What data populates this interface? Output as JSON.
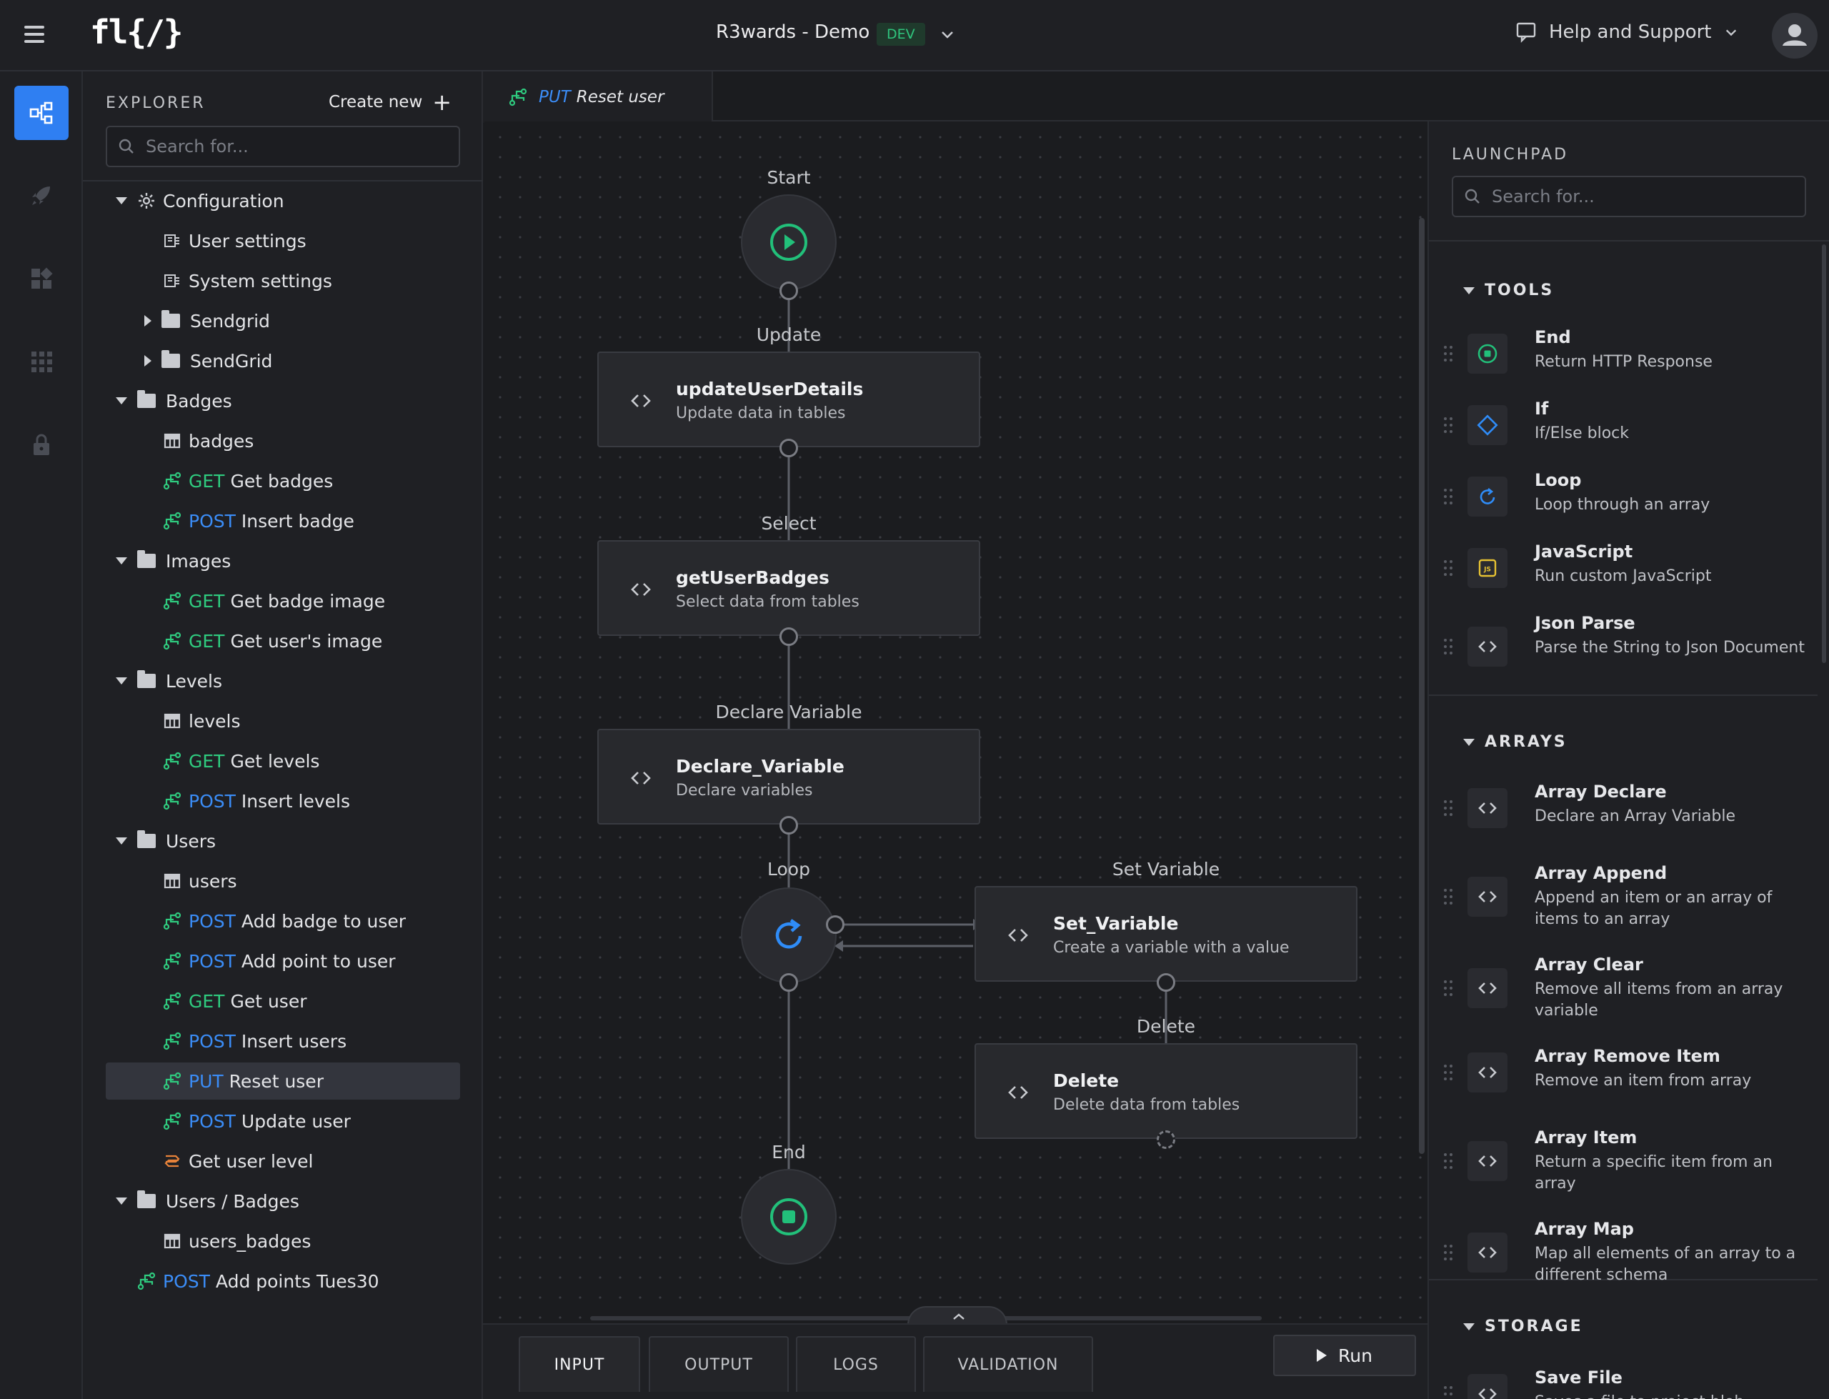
{
  "topbar": {
    "logo": "fl{/}",
    "project": "R3wards - Demo",
    "env": "DEV",
    "help": "Help and Support"
  },
  "explorer": {
    "title": "EXPLORER",
    "create_new": "Create new",
    "search_placeholder": "Search for...",
    "tree": [
      {
        "kind": "folder-gear",
        "label": "Configuration",
        "expanded": true
      },
      {
        "kind": "settings",
        "label": "User settings"
      },
      {
        "kind": "settings",
        "label": "System settings"
      },
      {
        "kind": "folder",
        "label": "Sendgrid",
        "expanded": false
      },
      {
        "kind": "folder",
        "label": "SendGrid",
        "expanded": false
      },
      {
        "kind": "folder",
        "label": "Badges",
        "expanded": true
      },
      {
        "kind": "table",
        "label": "badges"
      },
      {
        "kind": "api",
        "method": "GET",
        "label": "Get badges"
      },
      {
        "kind": "api",
        "method": "POST",
        "label": "Insert badge"
      },
      {
        "kind": "folder",
        "label": "Images",
        "expanded": true
      },
      {
        "kind": "api",
        "method": "GET",
        "label": "Get badge image"
      },
      {
        "kind": "api",
        "method": "GET",
        "label": "Get user's image"
      },
      {
        "kind": "folder",
        "label": "Levels",
        "expanded": true
      },
      {
        "kind": "table",
        "label": "levels"
      },
      {
        "kind": "api",
        "method": "GET",
        "label": "Get levels"
      },
      {
        "kind": "api",
        "method": "POST",
        "label": "Insert levels"
      },
      {
        "kind": "folder",
        "label": "Users",
        "expanded": true
      },
      {
        "kind": "table",
        "label": "users"
      },
      {
        "kind": "api",
        "method": "POST",
        "label": "Add badge to user"
      },
      {
        "kind": "api",
        "method": "POST",
        "label": "Add point to user"
      },
      {
        "kind": "api",
        "method": "GET",
        "label": "Get user"
      },
      {
        "kind": "api",
        "method": "POST",
        "label": "Insert users"
      },
      {
        "kind": "api",
        "method": "PUT",
        "label": "Reset user",
        "selected": true
      },
      {
        "kind": "api",
        "method": "POST",
        "label": "Update user"
      },
      {
        "kind": "function",
        "label": "Get user level"
      },
      {
        "kind": "folder",
        "label": "Users / Badges",
        "expanded": true
      },
      {
        "kind": "table",
        "label": "users_badges"
      },
      {
        "kind": "api",
        "method": "POST",
        "label": "Add points Tues30"
      }
    ]
  },
  "tab": {
    "method": "PUT",
    "label": "Reset user"
  },
  "flow": {
    "start_label": "Start",
    "end_label": "End",
    "loop_label": "Loop",
    "nodes": [
      {
        "id": "n1",
        "label": "Update",
        "title": "updateUserDetails",
        "subtitle": "Update data in tables"
      },
      {
        "id": "n2",
        "label": "Select",
        "title": "getUserBadges",
        "subtitle": "Select data from tables"
      },
      {
        "id": "n3",
        "label": "Declare Variable",
        "title": "Declare_Variable",
        "subtitle": "Declare variables"
      },
      {
        "id": "n4",
        "label": "Set Variable",
        "title": "Set_Variable",
        "subtitle": "Create a variable with a value"
      },
      {
        "id": "n5",
        "label": "Delete",
        "title": "Delete",
        "subtitle": "Delete data from tables"
      }
    ]
  },
  "bottom": {
    "tabs": [
      "INPUT",
      "OUTPUT",
      "LOGS",
      "VALIDATION"
    ],
    "active_tab": "INPUT",
    "run": "Run"
  },
  "launchpad": {
    "title": "LAUNCHPAD",
    "search_placeholder": "Search for...",
    "sections": [
      {
        "name": "TOOLS",
        "items": [
          {
            "icon": "end-icon",
            "title": "End",
            "subtitle": "Return HTTP Response"
          },
          {
            "icon": "if-icon",
            "title": "If",
            "subtitle": "If/Else block"
          },
          {
            "icon": "loop-icon",
            "title": "Loop",
            "subtitle": "Loop through an array"
          },
          {
            "icon": "javascript-icon",
            "title": "JavaScript",
            "subtitle": "Run custom JavaScript"
          },
          {
            "icon": "code-icon",
            "title": "Json Parse",
            "subtitle": "Parse the String to Json Document"
          }
        ]
      },
      {
        "name": "ARRAYS",
        "items": [
          {
            "icon": "code-icon",
            "title": "Array Declare",
            "subtitle": "Declare an Array Variable"
          },
          {
            "icon": "code-icon",
            "title": "Array Append",
            "subtitle": "Append an item or an array of items to an array"
          },
          {
            "icon": "code-icon",
            "title": "Array Clear",
            "subtitle": "Remove all items from an array variable"
          },
          {
            "icon": "code-icon",
            "title": "Array Remove Item",
            "subtitle": "Remove an item from array"
          },
          {
            "icon": "code-icon",
            "title": "Array Item",
            "subtitle": "Return a specific item from an array"
          },
          {
            "icon": "code-icon",
            "title": "Array Map",
            "subtitle": "Map all elements of an array to a different schema"
          }
        ]
      },
      {
        "name": "STORAGE",
        "items": [
          {
            "icon": "code-icon",
            "title": "Save File",
            "subtitle": "Saves a file to project blob"
          }
        ]
      }
    ]
  },
  "colors": {
    "accent": "#2f7ff2",
    "get": "#2fcb7f",
    "post": "#3b8df7",
    "start": "#22c07a",
    "bg": "#1b1c1f"
  }
}
